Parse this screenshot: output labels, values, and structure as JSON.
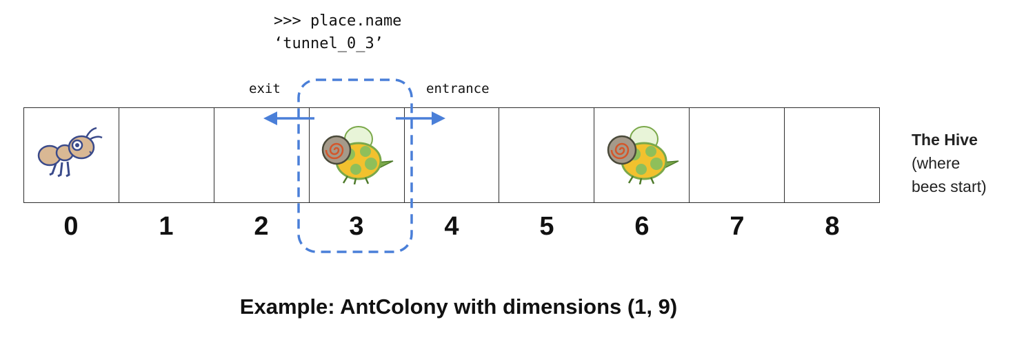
{
  "code": {
    "line1": ">>> place.name",
    "line2": "‘tunnel_0_3’"
  },
  "labels": {
    "exit": "exit",
    "entrance": "entrance"
  },
  "places": [
    "0",
    "1",
    "2",
    "3",
    "4",
    "5",
    "6",
    "7",
    "8"
  ],
  "hive": {
    "title": "The Hive",
    "line1": "(where",
    "line2": "bees start)"
  },
  "caption": "Example: AntColony with dimensions (1, 9)",
  "icons": {
    "ant": "ant-icon",
    "bee": "bee-icon"
  },
  "colors": {
    "highlight": "#4a7fd8",
    "border": "#2b2b2b",
    "ant_body": "#d9b894",
    "ant_outline": "#3a4a8a",
    "bee_yellow": "#f2c12e",
    "bee_green": "#7aa84a"
  }
}
